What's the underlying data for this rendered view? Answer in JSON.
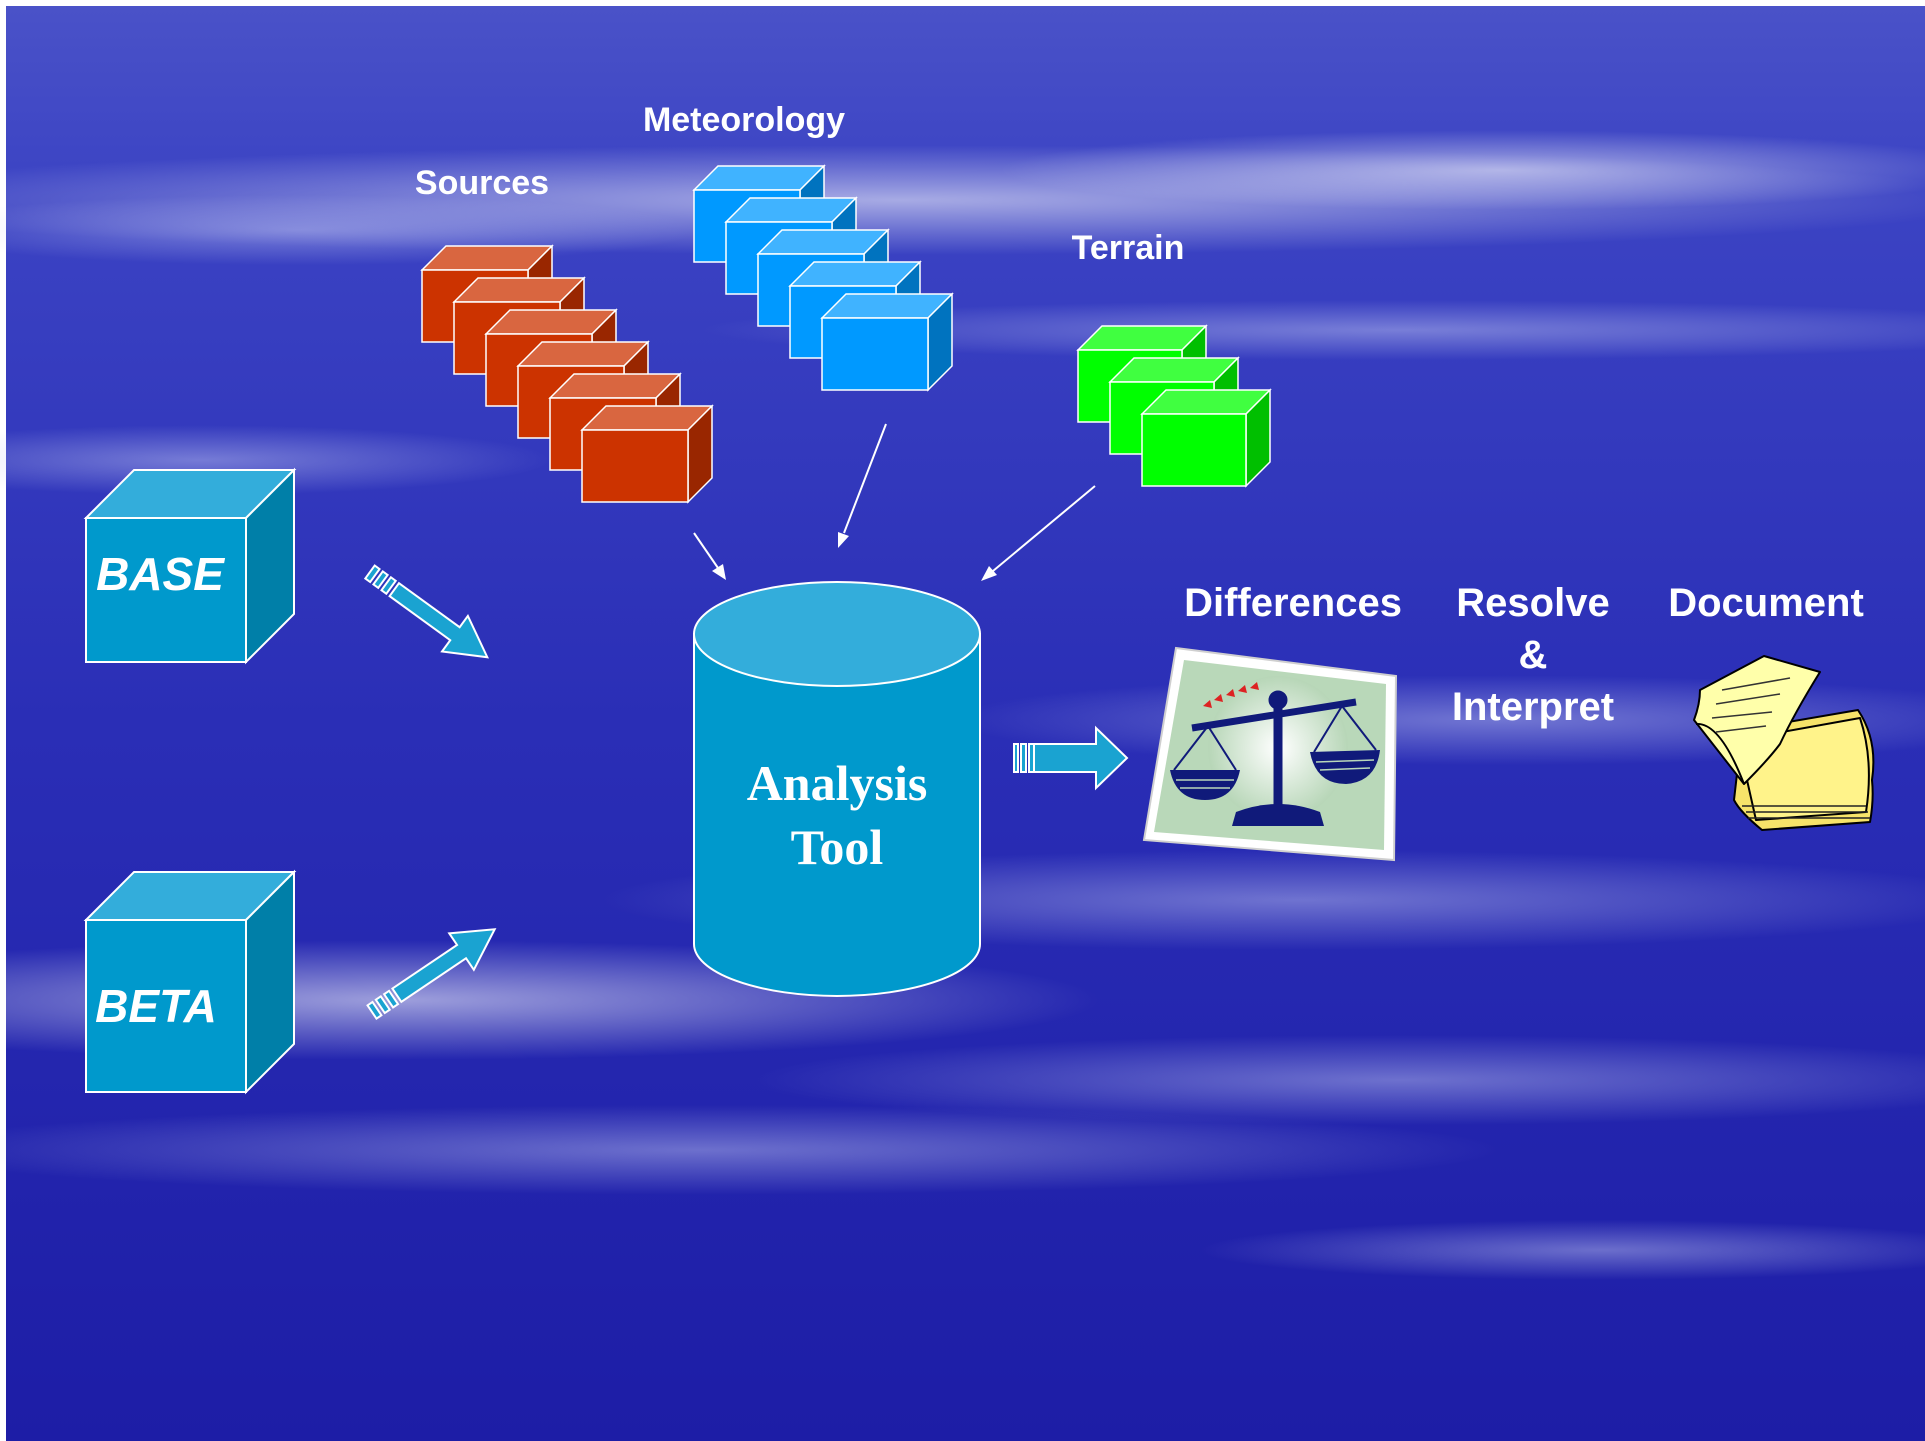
{
  "labels": {
    "sources": "Sources",
    "meteorology": "Meteorology",
    "terrain": "Terrain",
    "base": "BASE",
    "beta": "BETA",
    "analysis_line1": "Analysis",
    "analysis_line2": "Tool",
    "differences": "Differences",
    "resolve_line1": "Resolve",
    "resolve_line2": "&",
    "resolve_line3": "Interpret",
    "document": "Document"
  },
  "colors": {
    "background_top": "#3a3ec0",
    "background_bottom": "#1e1eaa",
    "sources_cube": "#cc3300",
    "meteorology_cube": "#0099ff",
    "terrain_cube": "#00ff00",
    "input_cube": "#0099cc",
    "cylinder": "#0099cc",
    "arrow": "#1aa3d1"
  },
  "icons": {
    "differences": "balance-scale-icon",
    "document": "paper-stack-icon"
  }
}
